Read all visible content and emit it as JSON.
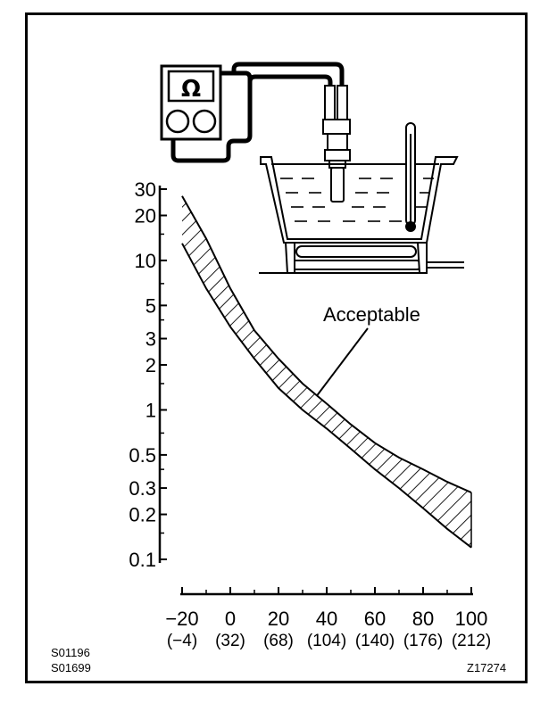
{
  "chart_data": {
    "type": "area",
    "title": "",
    "xlabel": "",
    "ylabel": "",
    "scale_y": "log",
    "ylim": [
      0.1,
      30
    ],
    "xlim": [
      -20,
      100
    ],
    "y_ticks_labeled": [
      30,
      20,
      10,
      5,
      3,
      2,
      1,
      0.5,
      0.3,
      0.2,
      0.1
    ],
    "y_tick_labels": [
      "30",
      "20",
      "10",
      "5",
      "3",
      "2",
      "1",
      "0.5",
      "0.3",
      "0.2",
      "0.1"
    ],
    "y_ticks_minor": [
      15,
      7,
      4,
      1.5,
      0.7,
      0.4,
      0.15
    ],
    "x_ticks": [
      -20,
      0,
      20,
      40,
      60,
      80,
      100
    ],
    "x_tick_labels": [
      "−20",
      "0",
      "20",
      "40",
      "60",
      "80",
      "100"
    ],
    "x_tick_sublabels": [
      "(−4)",
      "(32)",
      "(68)",
      "(104)",
      "(140)",
      "(176)",
      "(212)"
    ],
    "x_ticks_minor": [
      -10,
      10,
      30,
      50,
      70,
      90
    ],
    "grid": false,
    "series": [
      {
        "name": "",
        "x": [
          -20,
          -10,
          0,
          10,
          20,
          30,
          40,
          50,
          60,
          70,
          80,
          90,
          100
        ],
        "upper": [
          27,
          14,
          6.5,
          3.4,
          2.2,
          1.5,
          1.1,
          0.8,
          0.6,
          0.48,
          0.4,
          0.33,
          0.28
        ],
        "lower": [
          13,
          6.5,
          3.6,
          2.2,
          1.4,
          1.0,
          0.75,
          0.55,
          0.4,
          0.3,
          0.22,
          0.16,
          0.12
        ]
      }
    ],
    "annotations": [
      {
        "text": "Acceptable",
        "points_to": {
          "x": 36,
          "y": 1.25
        }
      }
    ]
  },
  "illustration": {
    "meter_symbol": "Ω",
    "meter-icon": "ohmmeter-icon",
    "sensor-icon": "temperature-sensor-icon",
    "thermometer-icon": "thermometer-icon",
    "heater-icon": "burner-icon"
  },
  "codes": {
    "left_top": "S01196",
    "left_bottom": "S01699",
    "right": "Z17274"
  }
}
